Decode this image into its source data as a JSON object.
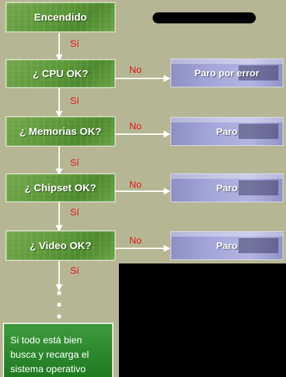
{
  "steps": [
    {
      "label": "Encendido"
    },
    {
      "label": "¿ CPU OK?"
    },
    {
      "label": "¿ Memorias OK?"
    },
    {
      "label": "¿ Chipset OK?"
    },
    {
      "label": "¿ Video OK?"
    }
  ],
  "yes_label": "Sí",
  "no_label": "No",
  "stops": [
    {
      "label": "Paro por error"
    },
    {
      "label": "Paro"
    },
    {
      "label": "Paro"
    },
    {
      "label": "Paro"
    }
  ],
  "final": {
    "lines": [
      "Si todo está bien",
      "busca y recarga el",
      "sistema operativo"
    ]
  },
  "colors": {
    "background": "#b7b694",
    "decision_box": "#5d9a39",
    "stop_box": "#a3a6d8",
    "final_box": "#2a8a2d",
    "label_red": "#e0141a",
    "arrow": "#ffffff"
  }
}
